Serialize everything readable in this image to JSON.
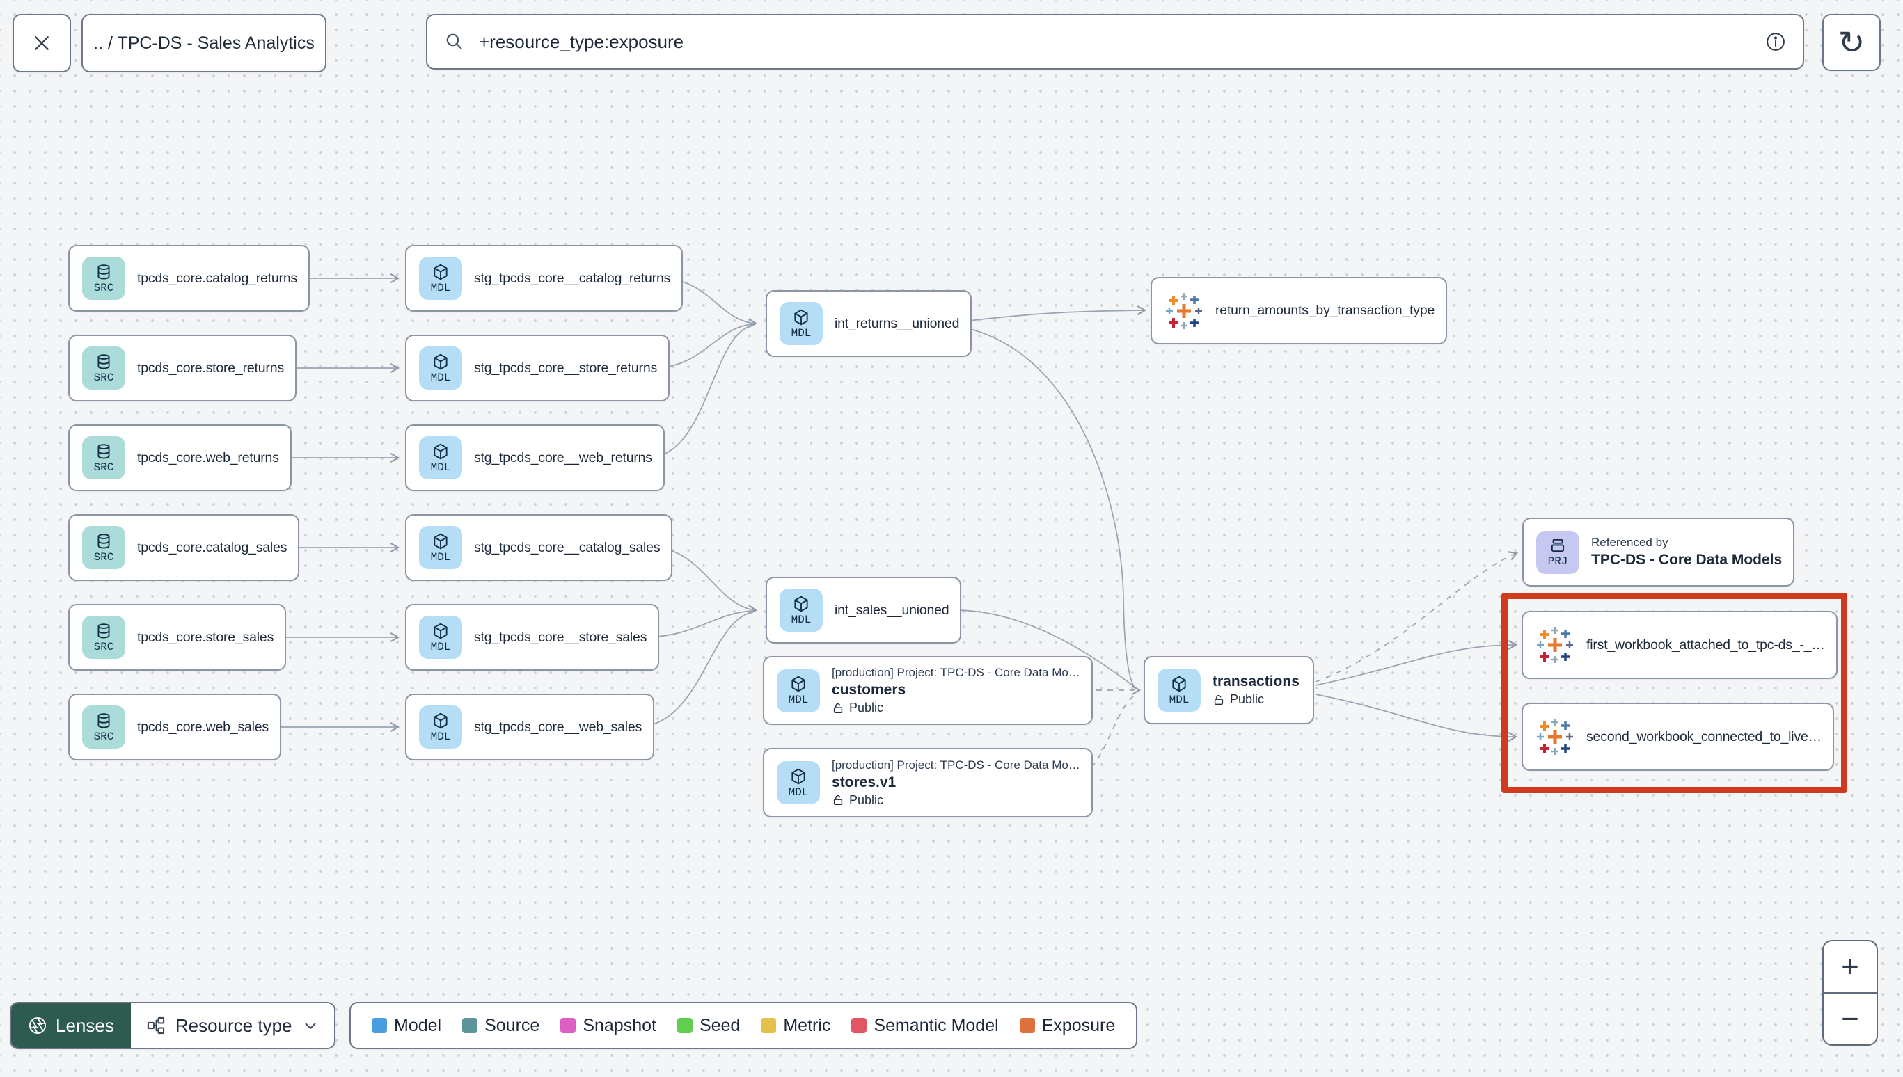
{
  "header": {
    "breadcrumb": ".. / TPC-DS - Sales Analytics",
    "search_value": "+resource_type:exposure",
    "refresh_icon": "↻"
  },
  "badges": {
    "source": "SRC",
    "model": "MDL",
    "project": "PRJ"
  },
  "graph": {
    "nodes": [
      {
        "type": "source",
        "label": "tpcds_core.catalog_returns"
      },
      {
        "type": "source",
        "label": "tpcds_core.store_returns"
      },
      {
        "type": "source",
        "label": "tpcds_core.web_returns"
      },
      {
        "type": "source",
        "label": "tpcds_core.catalog_sales"
      },
      {
        "type": "source",
        "label": "tpcds_core.store_sales"
      },
      {
        "type": "source",
        "label": "tpcds_core.web_sales"
      },
      {
        "type": "model",
        "label": "stg_tpcds_core__catalog_returns"
      },
      {
        "type": "model",
        "label": "stg_tpcds_core__store_returns"
      },
      {
        "type": "model",
        "label": "stg_tpcds_core__web_returns"
      },
      {
        "type": "model",
        "label": "stg_tpcds_core__catalog_sales"
      },
      {
        "type": "model",
        "label": "stg_tpcds_core__store_sales"
      },
      {
        "type": "model",
        "label": "stg_tpcds_core__web_sales"
      },
      {
        "type": "model",
        "label": "int_returns__unioned"
      },
      {
        "type": "model",
        "label": "int_sales__unioned"
      },
      {
        "type": "model",
        "header": "[production] Project: TPC-DS - Core Data Mo…",
        "label": "customers",
        "access": "Public"
      },
      {
        "type": "model",
        "header": "[production] Project: TPC-DS - Core Data Mo…",
        "label": "stores.v1",
        "access": "Public"
      },
      {
        "type": "exposure",
        "label": "return_amounts_by_transaction_type"
      },
      {
        "type": "model",
        "label": "transactions",
        "access": "Public"
      },
      {
        "type": "project",
        "header": "Referenced by",
        "label": "TPC-DS - Core Data Models"
      },
      {
        "type": "exposure",
        "label": "first_workbook_attached_to_tpc-ds_-_…"
      },
      {
        "type": "exposure",
        "label": "second_workbook_connected_to_live…"
      }
    ]
  },
  "toolbar": {
    "lenses": "Lenses",
    "resource_type": "Resource type"
  },
  "legend": {
    "items": [
      {
        "label": "Model",
        "color": "#4a9ee0"
      },
      {
        "label": "Source",
        "color": "#5b9598"
      },
      {
        "label": "Snapshot",
        "color": "#de5fc4"
      },
      {
        "label": "Seed",
        "color": "#62ce50"
      },
      {
        "label": "Metric",
        "color": "#e2c14c"
      },
      {
        "label": "Semantic Model",
        "color": "#e25563"
      },
      {
        "label": "Exposure",
        "color": "#e0713e"
      }
    ]
  },
  "zoom_controls": {
    "zoom_in": "+",
    "zoom_out": "−"
  }
}
